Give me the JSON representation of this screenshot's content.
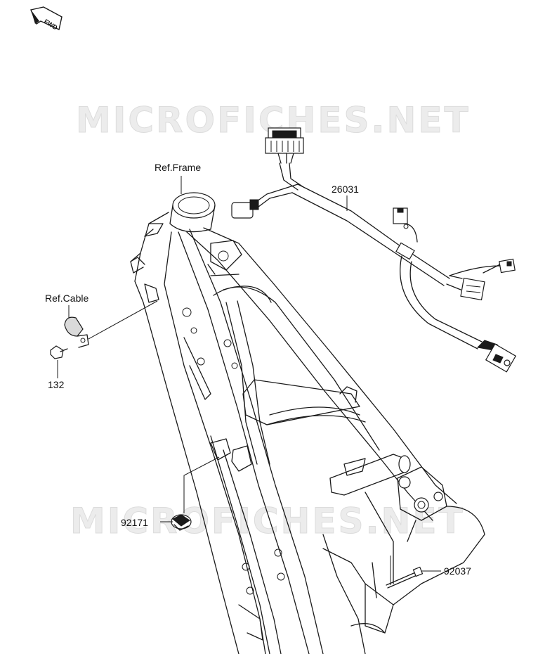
{
  "diagram": {
    "watermark": "MICROFICHES.NET",
    "direction_badge": "FWD",
    "references": {
      "frame": "Ref.Frame",
      "cable": "Ref.Cable"
    },
    "parts": [
      {
        "number": "26031",
        "kind": "wiring-harness"
      },
      {
        "number": "132",
        "kind": "bolt"
      },
      {
        "number": "92171",
        "kind": "clamp"
      },
      {
        "number": "92037",
        "kind": "band"
      }
    ]
  }
}
